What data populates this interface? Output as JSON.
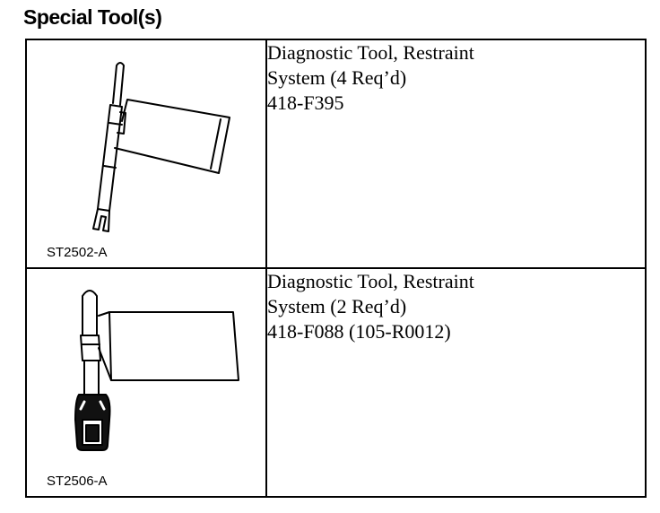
{
  "heading": "Special Tool(s)",
  "tools": [
    {
      "code": "ST2502-A",
      "line1": "Diagnostic Tool, Restraint",
      "line2": "System (4 Req’d)",
      "line3": "418-F395",
      "icon": "diagnostic-tool-flag-illustration"
    },
    {
      "code": "ST2506-A",
      "line1": "Diagnostic Tool, Restraint",
      "line2": "System (2 Req’d)",
      "line3": "418-F088 (105-R0012)",
      "icon": "diagnostic-tool-connector-flag-illustration"
    }
  ]
}
